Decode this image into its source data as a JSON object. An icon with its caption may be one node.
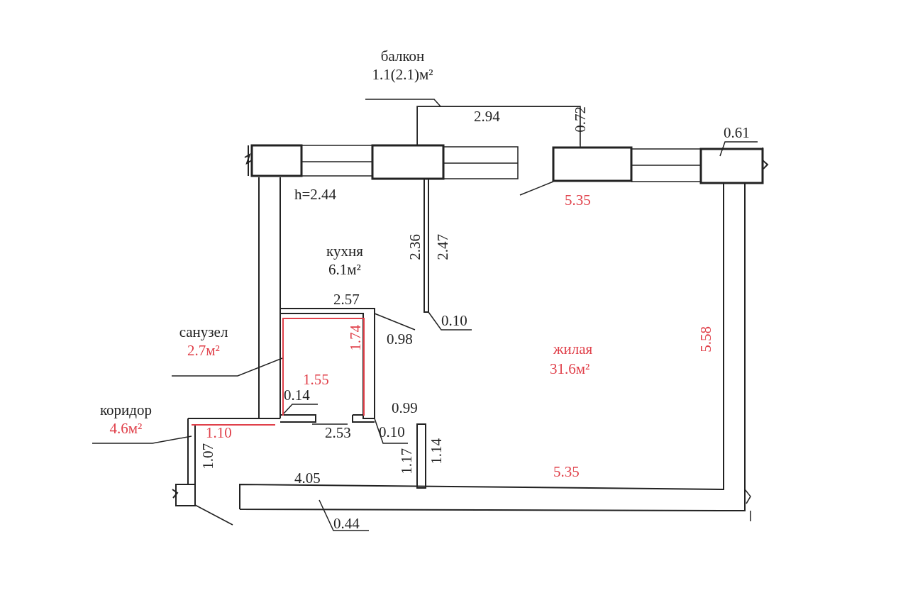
{
  "diagram": {
    "nodes": [
      {
        "text": [
          "балкон",
          "1.1(2.1)м²"
        ]
      },
      {
        "text": [],
        "shape": "box"
      },
      {
        "text": [
          "санузел",
          "2.7м²"
        ]
      },
      {
        "text": [],
        "shape": "box"
      },
      {
        "text": [
          "коридор",
          "4.6м²"
        ]
      },
      {
        "text": [],
        "shape": "box"
      }
    ],
    "edges": [
      {
        "from": 0,
        "to": 1,
        "arrow": "none"
      },
      {
        "from": 2,
        "to": 3,
        "arrow": "none"
      },
      {
        "from": 4,
        "to": 5,
        "arrow": "none"
      }
    ],
    "labels": [
      "2.94",
      "0.72",
      "0.61",
      "h=2.44",
      "5.35",
      "кухня",
      "6.1м²",
      "2.36",
      "2.47",
      "2.57",
      "0.10",
      "1.74",
      "0.98",
      "5.58",
      "жилая",
      "31.6м²",
      "1.55",
      "0.14",
      "0.99",
      "1.10",
      "2.53",
      "0.10",
      "1.07",
      "1.17",
      "1.14",
      "4.05",
      "5.35",
      "0.44"
    ]
  }
}
